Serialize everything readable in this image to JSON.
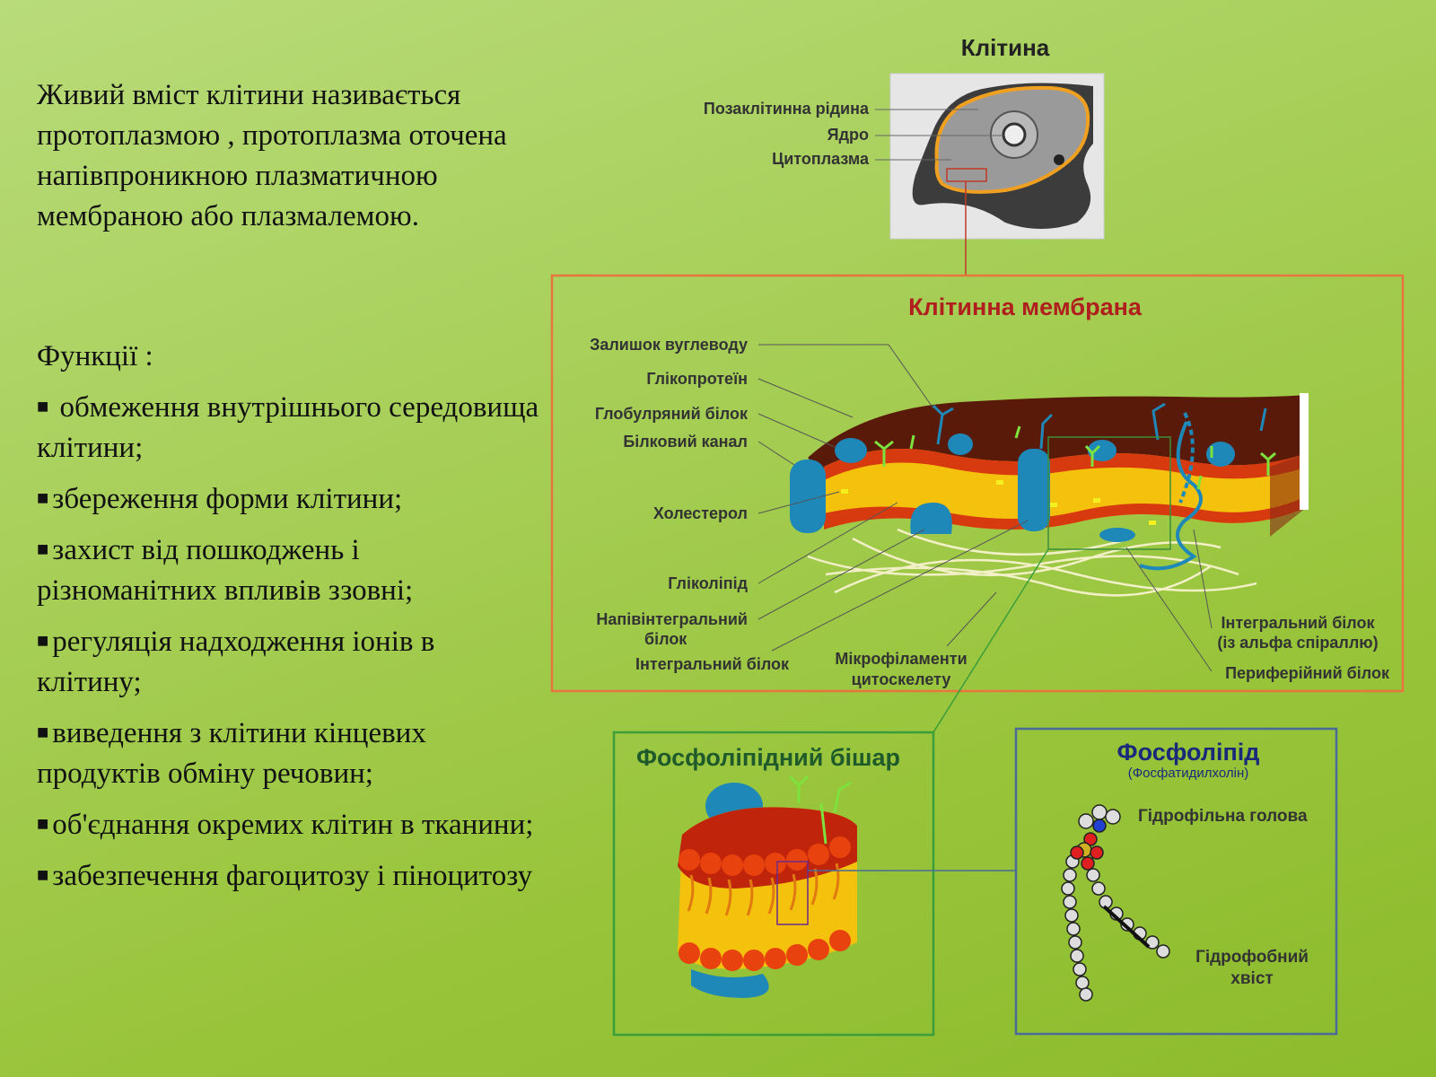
{
  "intro": "Живий вміст клітини називається протоплазмою , протоплазма оточена напівпроникною плазматичною мембраною або плазмалемою.",
  "functions_title": "Функції :",
  "functions": [
    " обмеження внутрішнього середовища клітини;",
    "збереження форми клітини;",
    "захист від пошкоджень і різноманітних впливів ззовні;",
    "регуляція надходження іонів в клітину;",
    "виведення з клітини кінцевих продуктів обміну речовин;",
    "об'єднання окремих клітин в тканини;",
    "забезпечення фагоцитозу і піноцитозу"
  ],
  "bullet_icon": "square-bullet-icon",
  "cell": {
    "title": "Клітина",
    "labels": {
      "extracellular": "Позаклітинна рідина",
      "nucleus": "Ядро",
      "cytoplasm": "Цитоплазма"
    }
  },
  "membrane": {
    "title": "Клітинна мембрана",
    "labels": {
      "carbohydrate": "Залишок вуглеводу",
      "glycoprotein": "Глікопротеїн",
      "globular_protein": "Глобулряний білок",
      "protein_channel": "Білковий канал",
      "cholesterol": "Холестерол",
      "glycolipid": "Гліколіпід",
      "semi_integral_1": "Напівінтегральний",
      "semi_integral_2": "білок",
      "integral_protein": "Інтегральний білок",
      "microfilaments_1": "Мікрофіламенти",
      "microfilaments_2": "цитоскелету",
      "integral_alpha_1": "Інтегральний білок",
      "integral_alpha_2": "(із альфа спіраллю)",
      "peripheral_protein": "Периферійний білок"
    }
  },
  "bilayer": {
    "title": "Фосфоліпідний бішар"
  },
  "phospholipid": {
    "title": "Фосфоліпід",
    "subtitle": "(Фосфатидилхолін)",
    "head_label": "Гідрофільна голова",
    "tail_label_1": "Гідрофобний",
    "tail_label_2": "хвіст"
  },
  "colors": {
    "background": "#a8d05a",
    "membrane_frame": "#e8743e",
    "membrane_title": "#b01e1e",
    "bilayer_frame": "#3a9e3a",
    "bilayer_title": "#1e5a2a",
    "phospholipid_frame": "#4a6a9a",
    "phospholipid_title": "#1a2a7a",
    "protein": "#1e88b8",
    "lipid_head": "#d83a10",
    "lipid_tail": "#f4c20d"
  }
}
